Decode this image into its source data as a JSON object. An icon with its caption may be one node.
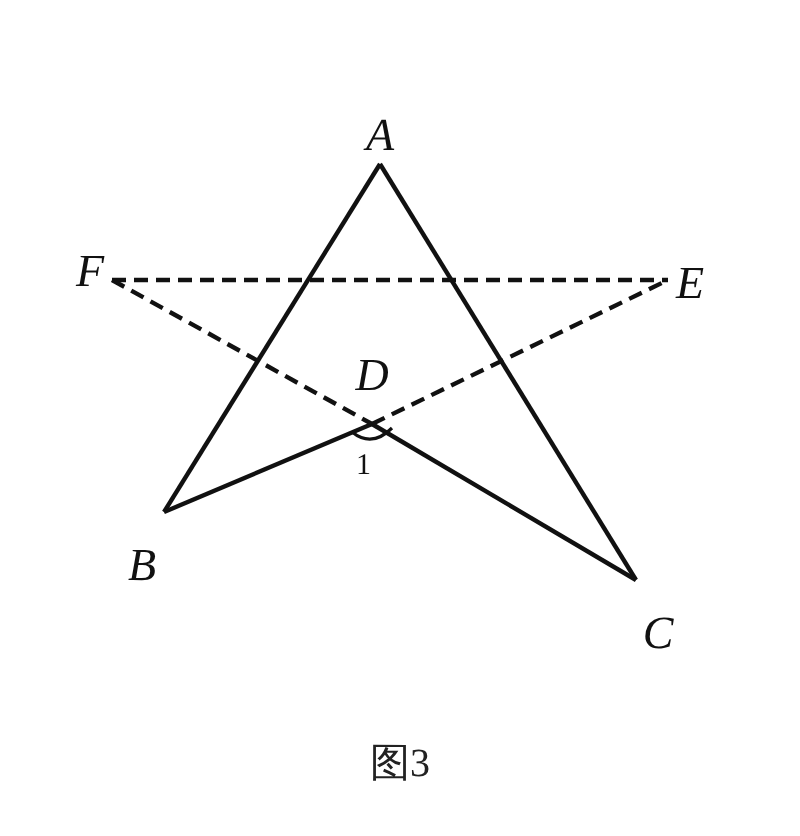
{
  "diagram": {
    "caption": "图3",
    "nodes": [
      {
        "text": [
          "A"
        ]
      },
      {
        "text": [
          "F"
        ]
      },
      {
        "text": [
          "E"
        ]
      },
      {
        "text": [
          "D"
        ]
      },
      {
        "text": [
          "B"
        ]
      },
      {
        "text": [
          "C"
        ]
      }
    ],
    "edges": [
      {
        "from": 0,
        "to": 4,
        "arrow": "none"
      },
      {
        "from": 0,
        "to": 5,
        "arrow": "none"
      },
      {
        "from": 4,
        "to": 3,
        "arrow": "none"
      },
      {
        "from": 3,
        "to": 5,
        "arrow": "none"
      },
      {
        "from": 1,
        "to": 2,
        "arrow": "none",
        "style": "dashed"
      },
      {
        "from": 1,
        "to": 3,
        "arrow": "none",
        "style": "dashed"
      },
      {
        "from": 3,
        "to": 2,
        "arrow": "none",
        "style": "dashed"
      }
    ],
    "labels": [
      "1"
    ]
  }
}
